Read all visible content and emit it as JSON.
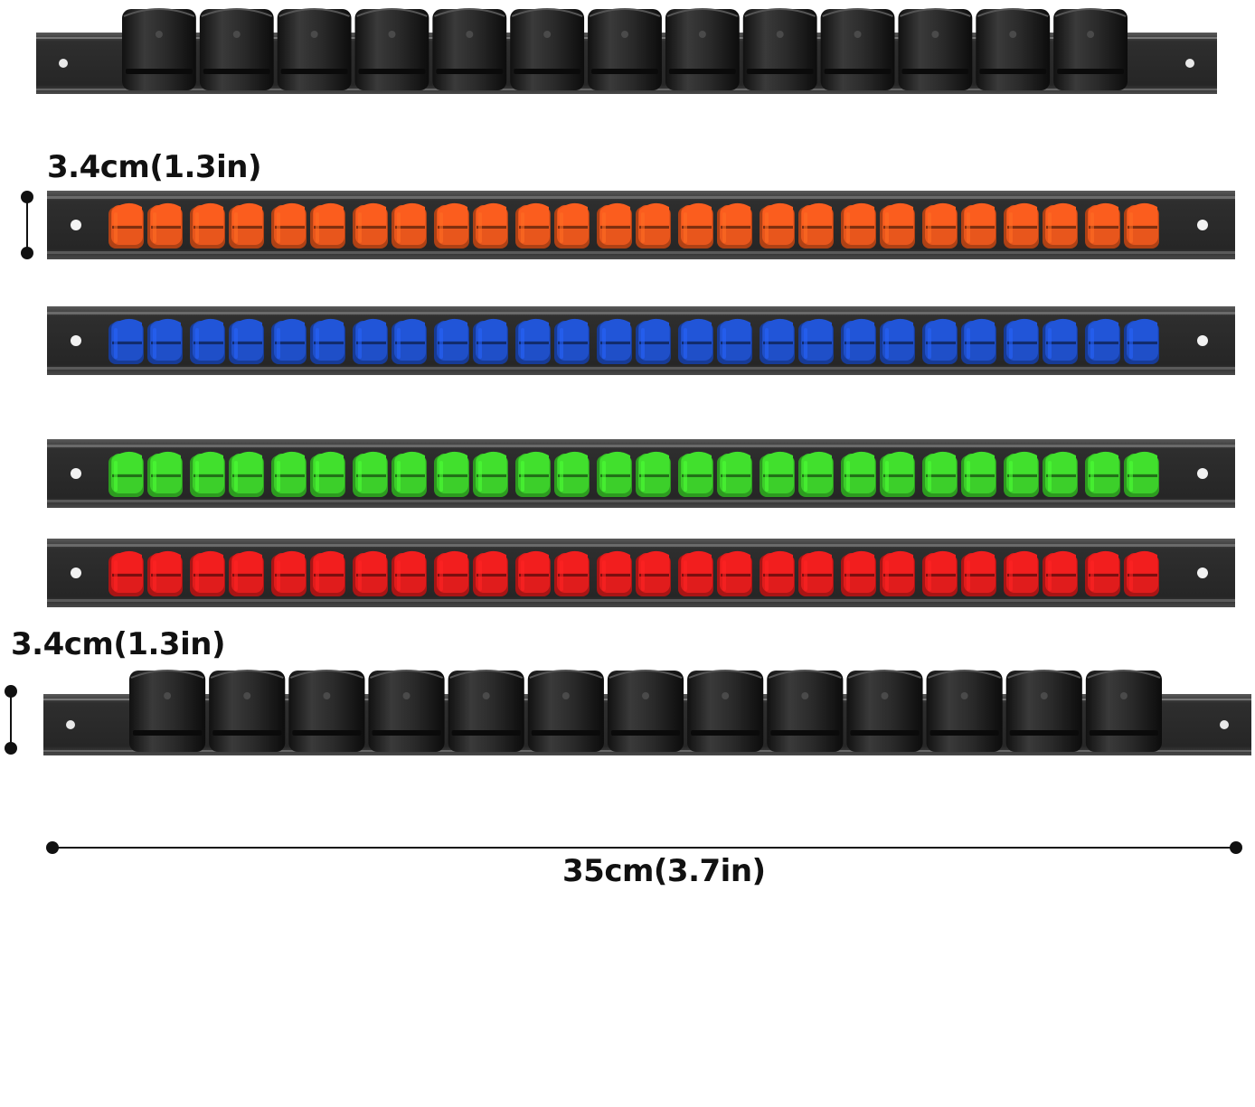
{
  "labels": {
    "height_top": "3.4cm(1.3in)",
    "height_bottom": "3.4cm(1.3in)",
    "length": "35cm(3.7in)"
  },
  "colors": {
    "black_clip": "#2a2a2a",
    "orange_clip": "#e8561c",
    "blue_clip": "#1f4fc8",
    "green_clip": "#3ccf2a",
    "red_clip": "#e01c1c",
    "rail": "#3c3c3c"
  },
  "rails": [
    {
      "name": "black-large-rail-top",
      "clip_color": "black_clip",
      "style": "large"
    },
    {
      "name": "orange-clip-rail",
      "clip_color": "orange_clip",
      "style": "small"
    },
    {
      "name": "blue-clip-rail",
      "clip_color": "blue_clip",
      "style": "small"
    },
    {
      "name": "green-clip-rail",
      "clip_color": "green_clip",
      "style": "small"
    },
    {
      "name": "red-clip-rail",
      "clip_color": "red_clip",
      "style": "small"
    },
    {
      "name": "black-large-rail-bottom",
      "clip_color": "black_clip",
      "style": "large"
    }
  ]
}
